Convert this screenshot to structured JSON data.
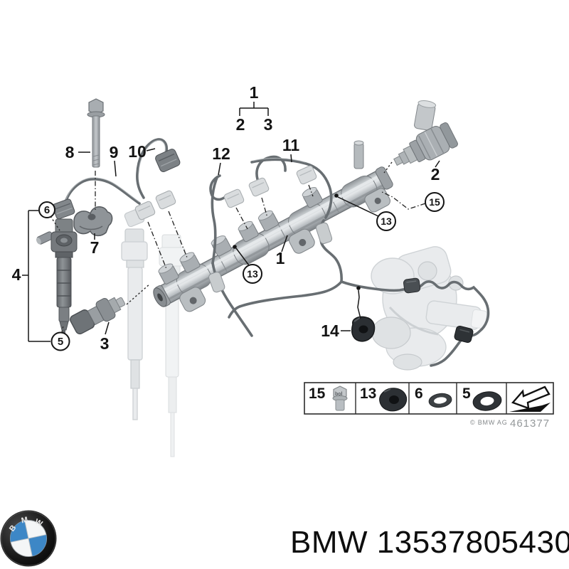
{
  "diagram": {
    "description": "BMW fuel injection rail exploded parts diagram",
    "callouts": {
      "bracket_parent": "1",
      "bracket_child_left": "2",
      "bracket_child_right": "3",
      "bolt": "8",
      "pipe_left": "9",
      "pipe_mid": "10",
      "pipe_arc": "12",
      "pipe_long": "11",
      "rail": "1",
      "control_valve": "2",
      "clamp_bracket": "7",
      "sensor": "3",
      "injector_group": "4",
      "clip": "14",
      "circled_seal_top": "6",
      "circled_seal_bottom": "5",
      "circled_grommet_left": "13",
      "circled_grommet_right": "13",
      "circled_bolt": "15"
    }
  },
  "legend": {
    "items": [
      {
        "number": "15",
        "icon": "hex-bolt-icon"
      },
      {
        "number": "13",
        "icon": "rubber-grommet-icon"
      },
      {
        "number": "6",
        "icon": "o-ring-icon"
      },
      {
        "number": "5",
        "icon": "seal-washer-icon"
      },
      {
        "number": "",
        "icon": "direction-arrow-icon"
      }
    ]
  },
  "stamp": {
    "copyright": "© BMW AG",
    "drawing_number": "461377"
  },
  "footer": {
    "part_label": "BMW 13537805430",
    "logo_letters": [
      "B",
      "M",
      "W"
    ]
  },
  "colors": {
    "background": "#ffffff",
    "line": "#161616",
    "metal_light": "#c8cdd0",
    "metal_dark": "#82878b",
    "ghost": "#e9ebed",
    "rubber_black": "#2b2f33",
    "bmw_blue": "#3d87c6",
    "stamp_gray": "#94989a"
  }
}
